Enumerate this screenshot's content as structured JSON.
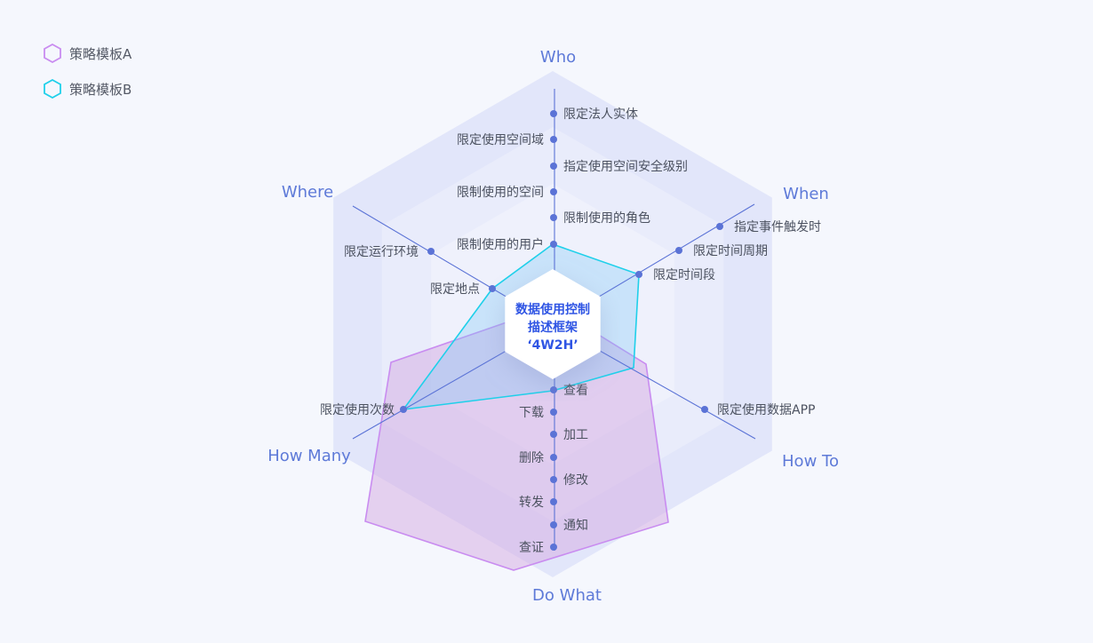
{
  "legend": [
    {
      "label": "策略模板A",
      "color": "#c98cf0"
    },
    {
      "label": "策略模板B",
      "color": "#1fd0ea"
    }
  ],
  "center": {
    "lines": [
      "数据使用控制",
      "描述框架",
      "‘4W2H’"
    ]
  },
  "axes": [
    {
      "key": "who",
      "title": "Who",
      "items": [
        {
          "label": "限定法人实体",
          "side": "right"
        },
        {
          "label": "限定使用空间域",
          "side": "left"
        },
        {
          "label": "指定使用空间安全级别",
          "side": "right"
        },
        {
          "label": "限制使用的空间",
          "side": "left"
        },
        {
          "label": "限制使用的角色",
          "side": "right"
        },
        {
          "label": "限制使用的用户",
          "side": "left"
        }
      ]
    },
    {
      "key": "when",
      "title": "When",
      "items": [
        {
          "label": "指定事件触发时"
        },
        {
          "label": "限定时间周期"
        },
        {
          "label": "限定时间段"
        }
      ]
    },
    {
      "key": "howto",
      "title": "How To",
      "items": [
        {
          "label": "限定使用数据APP"
        }
      ]
    },
    {
      "key": "dowhat",
      "title": "Do What",
      "items": [
        {
          "label": "查看",
          "side": "right"
        },
        {
          "label": "下载",
          "side": "left"
        },
        {
          "label": "加工",
          "side": "right"
        },
        {
          "label": "删除",
          "side": "left"
        },
        {
          "label": "修改",
          "side": "right"
        },
        {
          "label": "转发",
          "side": "left"
        },
        {
          "label": "通知",
          "side": "right"
        },
        {
          "label": "查证",
          "side": "left"
        }
      ]
    },
    {
      "key": "howmany",
      "title": "How Many",
      "items": [
        {
          "label": "限定使用次数"
        }
      ]
    },
    {
      "key": "where",
      "title": "Where",
      "items": [
        {
          "label": "限定运行环境"
        },
        {
          "label": "限定地点"
        }
      ]
    }
  ],
  "colors": {
    "axis": "#5b73d6",
    "ring_outer": "#e2e6fa",
    "ring_mid": "#e9ecfb",
    "ring_inner": "#eff1fc",
    "template_a": "#c98cf0",
    "template_b": "#1fd0ea"
  }
}
